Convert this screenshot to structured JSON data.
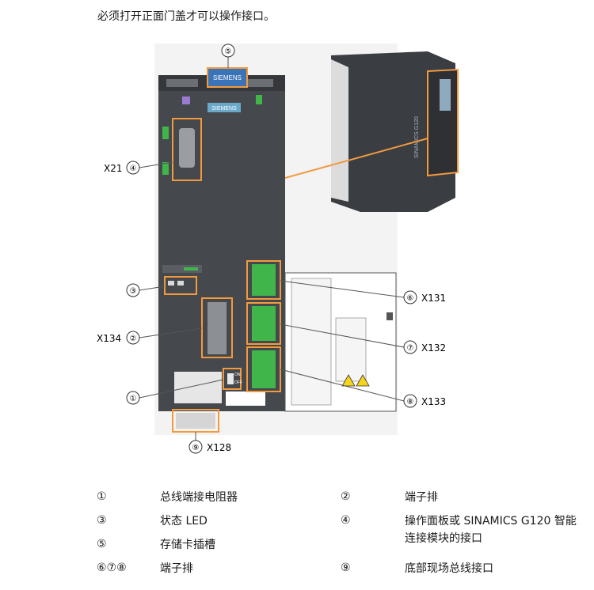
{
  "intro": "必须打开正面门盖才可以操作接口。",
  "figure": {
    "brand_top": "SIEMENS",
    "brand_panel": "SIEMENS",
    "side_text": "SINAMICS G120",
    "switch_on": "ON",
    "switch_off": "OFF",
    "callouts": {
      "c1": "①",
      "c2": "②",
      "c3": "③",
      "c4": "④",
      "c5": "⑤",
      "c6": "⑥",
      "c7": "⑦",
      "c8": "⑧",
      "c9": "⑨"
    },
    "labels": {
      "x21": "X21",
      "x134": "X134",
      "x131": "X131",
      "x132": "X132",
      "x133": "X133",
      "x128": "X128"
    },
    "colors": {
      "accent": "#f39a3d",
      "drive_body": "#4a4d52",
      "terminal": "#3fb54a"
    }
  },
  "legend": {
    "items": [
      {
        "num": "①",
        "text": "总线端接电阻器"
      },
      {
        "num": "②",
        "text": "端子排"
      },
      {
        "num": "③",
        "text": "状态 LED"
      },
      {
        "num": "④",
        "text": "操作面板或 SINAMICS G120 智能连接模块的接口",
        "text_line1": "操作面板或 SINAMICS G120 智能",
        "text_line2": "连接模块的接口"
      },
      {
        "num": "⑤",
        "text": "存储卡插槽"
      },
      {
        "num": "⑥⑦⑧",
        "text": "端子排"
      },
      {
        "num": "⑨",
        "text": "底部现场总线接口"
      }
    ]
  }
}
